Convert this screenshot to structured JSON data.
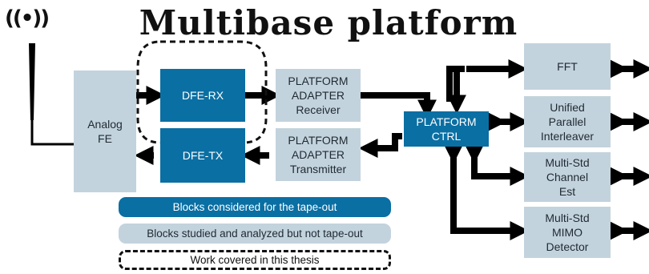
{
  "title": "Multibase platform",
  "antenna_symbol": "((•))",
  "blocks": {
    "analog_fe": "Analog\nFE",
    "dfe_rx": "DFE-RX",
    "dfe_tx": "DFE-TX",
    "adapter_rx": "PLATFORM\nADAPTER\nReceiver",
    "adapter_tx": "PLATFORM\nADAPTER\nTransmitter",
    "platform_ctrl": "PLATFORM\nCTRL",
    "fft": "FFT",
    "interleaver": "Unified\nParallel\nInterleaver",
    "channel_est": "Multi-Std\nChannel\nEst",
    "mimo": "Multi-Std\nMIMO\nDetector"
  },
  "legend": {
    "taped_out": "Blocks considered for the tape-out",
    "studied": "Blocks studied and analyzed but not tape-out",
    "thesis": "Work covered in this thesis"
  },
  "colors": {
    "tape_out_blue": "#0a6fa3",
    "studied_gray": "#c3d3dd",
    "arrow": "#000000"
  }
}
